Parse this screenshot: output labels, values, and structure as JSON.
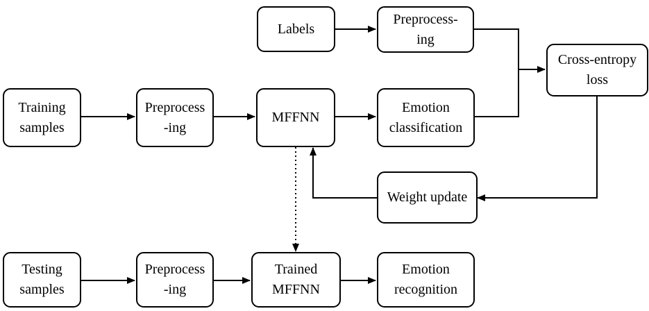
{
  "nodes": {
    "labels": "Labels",
    "preprocessing_labels": "Preprocess-\ning",
    "cross_entropy_loss": "Cross-entropy\nloss",
    "training_samples": "Training\nsamples",
    "preprocessing_training": "Preprocess\n-ing",
    "mffnn": "MFFNN",
    "emotion_classification": "Emotion\nclassification",
    "weight_update": "Weight update",
    "testing_samples": "Testing\nsamples",
    "preprocessing_testing": "Preprocess\n-ing",
    "trained_mffnn": "Trained\nMFFNN",
    "emotion_recognition": "Emotion\nrecognition"
  },
  "edges": [
    {
      "from": "labels",
      "to": "preprocessing_labels",
      "style": "solid"
    },
    {
      "from": "preprocessing_labels",
      "to": "cross_entropy_loss",
      "style": "solid"
    },
    {
      "from": "emotion_classification",
      "to": "cross_entropy_loss",
      "style": "solid"
    },
    {
      "from": "training_samples",
      "to": "preprocessing_training",
      "style": "solid"
    },
    {
      "from": "preprocessing_training",
      "to": "mffnn",
      "style": "solid"
    },
    {
      "from": "mffnn",
      "to": "emotion_classification",
      "style": "solid"
    },
    {
      "from": "cross_entropy_loss",
      "to": "weight_update",
      "style": "solid"
    },
    {
      "from": "weight_update",
      "to": "mffnn",
      "style": "solid"
    },
    {
      "from": "mffnn",
      "to": "trained_mffnn",
      "style": "dotted"
    },
    {
      "from": "testing_samples",
      "to": "preprocessing_testing",
      "style": "solid"
    },
    {
      "from": "preprocessing_testing",
      "to": "trained_mffnn",
      "style": "solid"
    },
    {
      "from": "trained_mffnn",
      "to": "emotion_recognition",
      "style": "solid"
    }
  ],
  "colors": {
    "stroke": "#000000",
    "fill": "#ffffff",
    "text": "#000000"
  }
}
